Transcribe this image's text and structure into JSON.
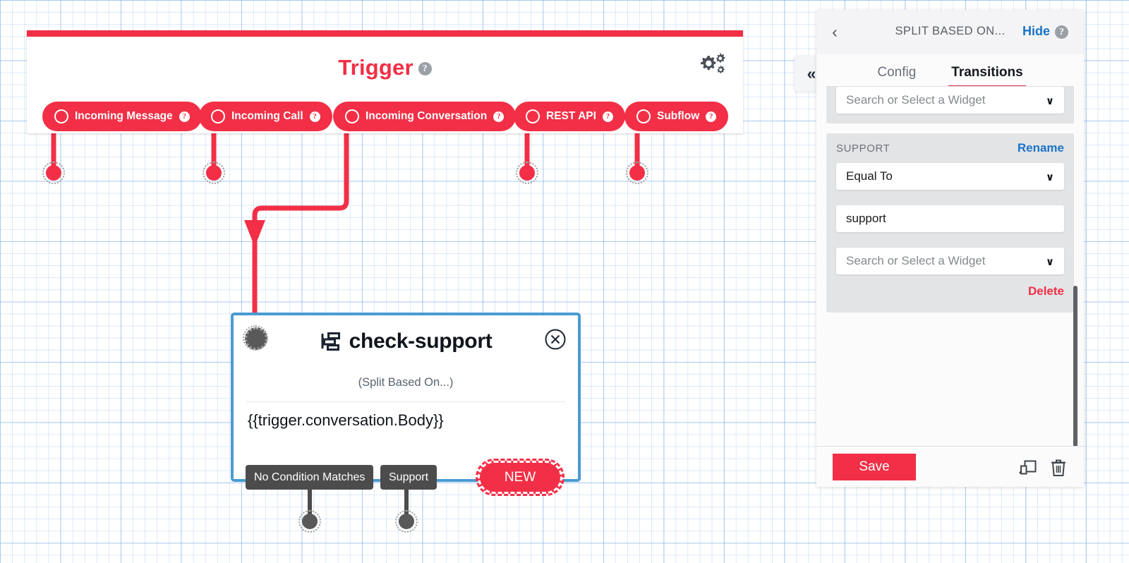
{
  "canvas": {
    "trigger": {
      "title": "Trigger",
      "help": "?",
      "gear_icon": "gears-icon",
      "pills": [
        {
          "label": "Incoming Message",
          "help": "?"
        },
        {
          "label": "Incoming Call",
          "help": "?"
        },
        {
          "label": "Incoming Conversation",
          "help": "?"
        },
        {
          "label": "REST API",
          "help": "?"
        },
        {
          "label": "Subflow",
          "help": "?"
        }
      ]
    },
    "node": {
      "title": "check-support",
      "icon": "split-branch-icon",
      "subtitle": "(Split Based On...)",
      "expression": "{{trigger.conversation.Body}}",
      "close_icon": "close-circle-icon",
      "outputs": [
        {
          "label": "No Condition Matches"
        },
        {
          "label": "Support"
        }
      ],
      "new_label": "NEW"
    }
  },
  "collapse_button": {
    "icon": "double-chevron-left-icon",
    "glyph": "«"
  },
  "panel": {
    "back_icon": "back-chevron-icon",
    "title": "SPLIT BASED ON...",
    "hide_label": "Hide",
    "hide_help": "?",
    "tabs": [
      {
        "label": "Config",
        "active": false
      },
      {
        "label": "Transitions",
        "active": true
      }
    ],
    "top_widget_select": {
      "placeholder": "Search or Select a Widget",
      "chevron": "∨"
    },
    "condition_group": {
      "label": "SUPPORT",
      "rename_label": "Rename",
      "operator_value": "Equal To",
      "operator_chevron": "∨",
      "value_text": "support",
      "widget_placeholder": "Search or Select a Widget",
      "widget_chevron": "∨",
      "delete_label": "Delete"
    },
    "footer": {
      "save_label": "Save",
      "copy_icon": "duplicate-icon",
      "delete_icon": "trash-icon"
    }
  },
  "colors": {
    "brand_red": "#F22F46",
    "node_blue": "#4A9BD1",
    "link_blue": "#1a73c7",
    "chip_gray": "#4C4C4C"
  }
}
